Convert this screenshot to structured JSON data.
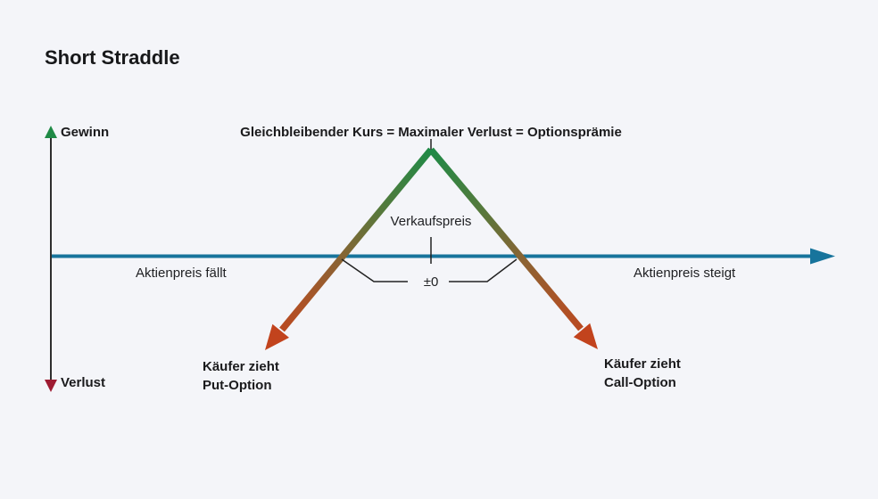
{
  "title": "Short Straddle",
  "colors": {
    "background": "#f4f5f9",
    "text": "#1a1a1c",
    "axis": "#2e2e2e",
    "thin_line": "#222222",
    "green": "#1f8a46",
    "crimson": "#9e1b32",
    "blue": "#17749c",
    "red": "#c2431d",
    "gradient": [
      "#1f8a46",
      "#55793c",
      "#8a6333",
      "#ad5226",
      "#c2431d"
    ]
  },
  "diagram": {
    "header_label": "Gleichbleibender Kurs = Maximaler Verlust = Optionsprämie",
    "y_axis": {
      "top_label": "Gewinn",
      "bottom_label": "Verlust"
    },
    "x_axis": {
      "left_label": "Aktienpreis fällt",
      "right_label": "Aktienpreis steigt"
    },
    "strike_label": "Verkaufspreis",
    "breakeven_label": "±0",
    "left_annotation": {
      "line1": "Käufer zieht",
      "line2": "Put-Option"
    },
    "right_annotation": {
      "line1": "Käufer zieht",
      "line2": "Call-Option"
    }
  }
}
